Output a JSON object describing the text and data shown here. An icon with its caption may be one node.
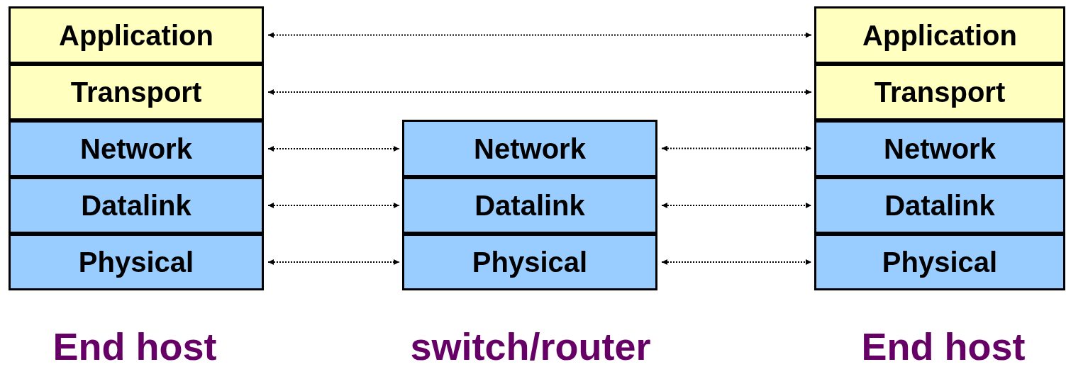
{
  "diagram": {
    "nodes": [
      {
        "text": [
          "Application"
        ]
      },
      {
        "text": [
          "Transport"
        ]
      },
      {
        "text": [
          "Network"
        ]
      },
      {
        "text": [
          "Datalink"
        ]
      },
      {
        "text": [
          "Physical"
        ]
      },
      {
        "text": [
          "Network"
        ]
      },
      {
        "text": [
          "Datalink"
        ]
      },
      {
        "text": [
          "Physical"
        ]
      },
      {
        "text": [
          "Application"
        ]
      },
      {
        "text": [
          "Transport"
        ]
      },
      {
        "text": [
          "Network"
        ]
      },
      {
        "text": [
          "Datalink"
        ]
      },
      {
        "text": [
          "Physical"
        ]
      }
    ],
    "edges": [
      {
        "from": 0,
        "to": 8,
        "arrow": "both",
        "style": "dashed"
      },
      {
        "from": 1,
        "to": 9,
        "arrow": "both",
        "style": "dashed"
      },
      {
        "from": 2,
        "to": 5,
        "arrow": "both",
        "style": "dashed"
      },
      {
        "from": 5,
        "to": 10,
        "arrow": "both",
        "style": "dashed"
      },
      {
        "from": 3,
        "to": 6,
        "arrow": "both",
        "style": "dashed"
      },
      {
        "from": 6,
        "to": 11,
        "arrow": "both",
        "style": "dashed"
      },
      {
        "from": 4,
        "to": 7,
        "arrow": "both",
        "style": "dashed"
      },
      {
        "from": 7,
        "to": 12,
        "arrow": "both",
        "style": "dashed"
      }
    ],
    "labels": [
      "End host",
      "switch/router",
      "End host"
    ]
  }
}
